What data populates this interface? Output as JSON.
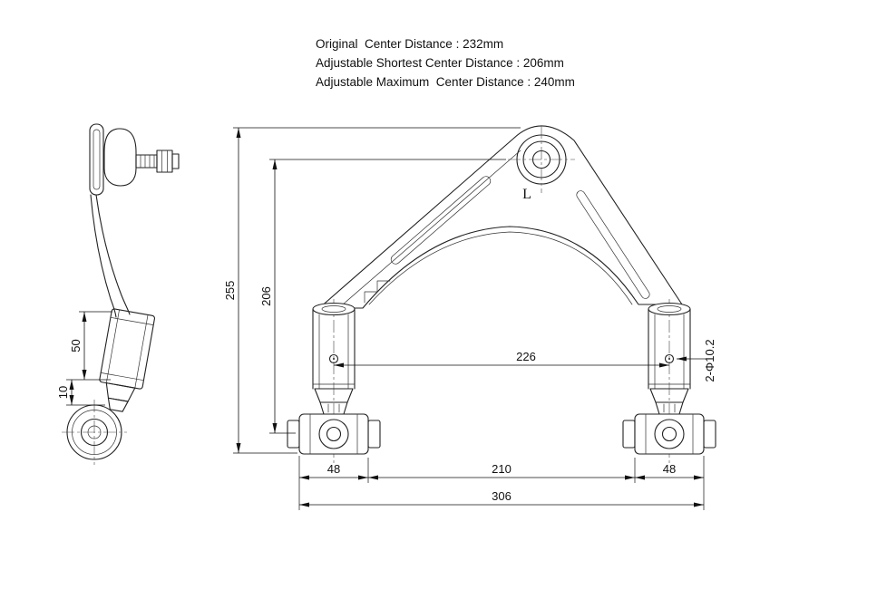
{
  "notes": {
    "line1": "Original  Center Distance : 232mm",
    "line2": "Adjustable Shortest Center Distance : 206mm",
    "line3": "Adjustable Maximum  Center Distance : 240mm"
  },
  "front_view": {
    "ball_joint_label": "L",
    "dim_overall_height": "255",
    "dim_pivot_height": "206",
    "dim_adjuster_center_distance": "226",
    "dim_bushing_span": "210",
    "dim_left_bushing_width": "48",
    "dim_right_bushing_width": "48",
    "dim_overall_width": "306",
    "hole_callout": "2-Φ10.2"
  },
  "side_view": {
    "dim_adjuster_length": "50",
    "dim_lock_section": "10"
  },
  "colors": {
    "line": "#222222",
    "text": "#111111",
    "background": "#ffffff"
  }
}
